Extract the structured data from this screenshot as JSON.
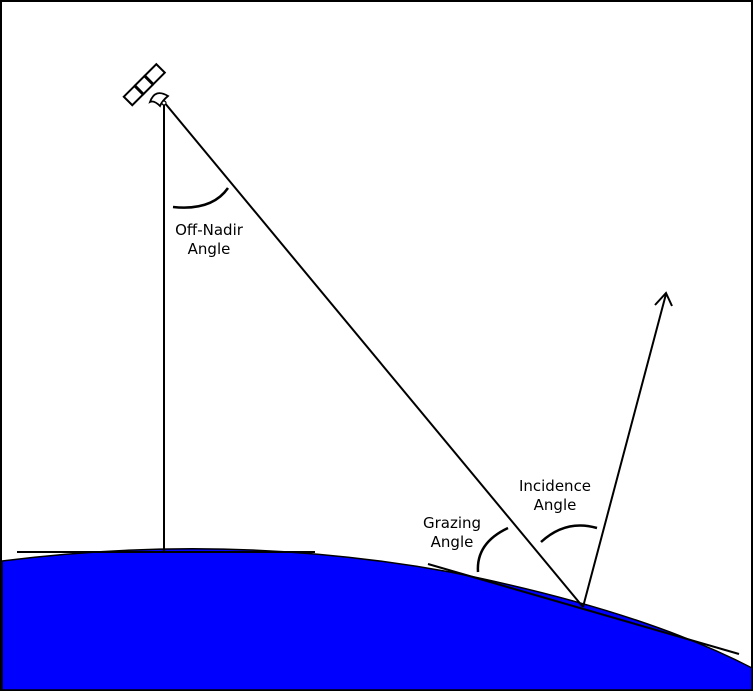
{
  "labels": {
    "off_nadir": [
      "Off-Nadir",
      "Angle"
    ],
    "grazing": [
      "Grazing",
      "Angle"
    ],
    "incidence": [
      "Incidence",
      "Angle"
    ]
  },
  "colors": {
    "earth": "#0000ff",
    "line": "#000000",
    "background": "#ffffff"
  },
  "icons": {
    "satellite": "satellite-icon",
    "arrow": "arrow-head-icon"
  }
}
